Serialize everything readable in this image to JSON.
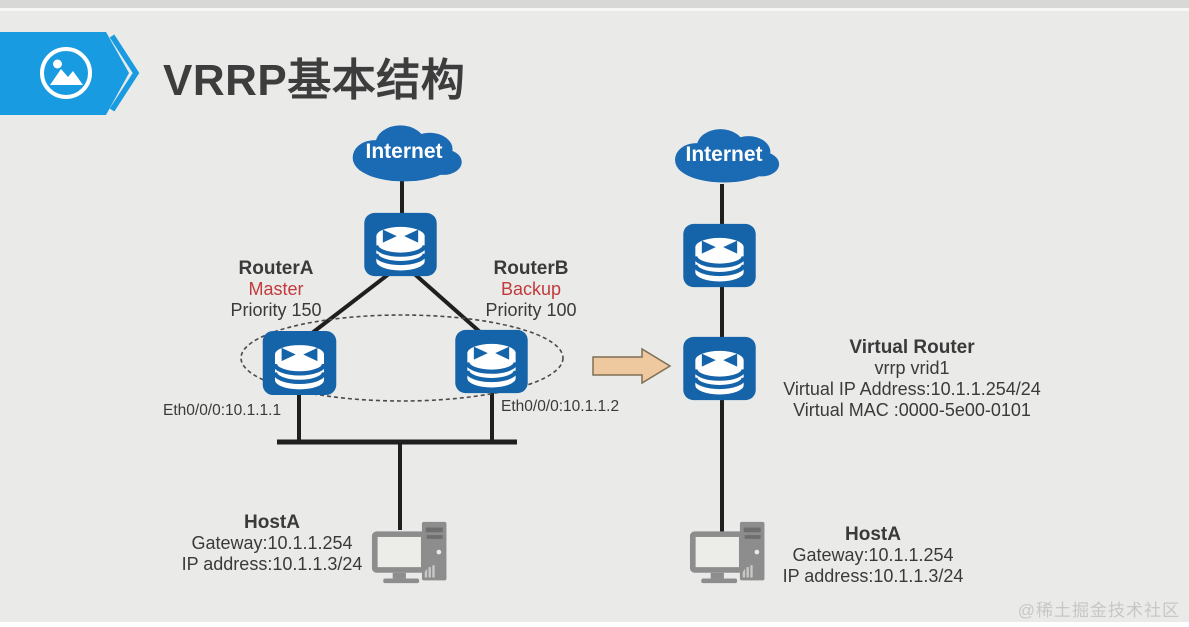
{
  "header": {
    "title": "VRRP基本结构"
  },
  "left_diagram": {
    "internet": "Internet",
    "router_a": {
      "name": "RouterA",
      "role": "Master",
      "priority": "Priority 150",
      "interface": "Eth0/0/0:10.1.1.1"
    },
    "router_b": {
      "name": "RouterB",
      "role": "Backup",
      "priority": "Priority 100",
      "interface": "Eth0/0/0:10.1.1.2"
    },
    "host_a": {
      "name": "HostA",
      "gateway": "Gateway:10.1.1.254",
      "ip": "IP address:10.1.1.3/24"
    }
  },
  "right_diagram": {
    "internet": "Internet",
    "virtual_router": {
      "name": "Virtual Router",
      "instance": "vrrp vrid1",
      "virtual_ip": "Virtual IP Address:10.1.1.254/24",
      "virtual_mac": "Virtual MAC :0000-5e00-0101"
    },
    "host_a": {
      "name": "HostA",
      "gateway": "Gateway:10.1.1.254",
      "ip": "IP address:10.1.1.3/24"
    }
  },
  "watermark": "@稀土掘金技术社区",
  "colors": {
    "background": "#eaeae8",
    "badge_blue": "#189be0",
    "node_blue": "#1563a8",
    "cloud_blue": "#1a6ab4",
    "role_red": "#c23a3c",
    "text_dark": "#3a3a3a",
    "arrow_fill": "#eec9a0",
    "arrow_outline": "#7e6f54",
    "device_gray": "#8d8d8d",
    "line_black": "#1f1f1f"
  }
}
